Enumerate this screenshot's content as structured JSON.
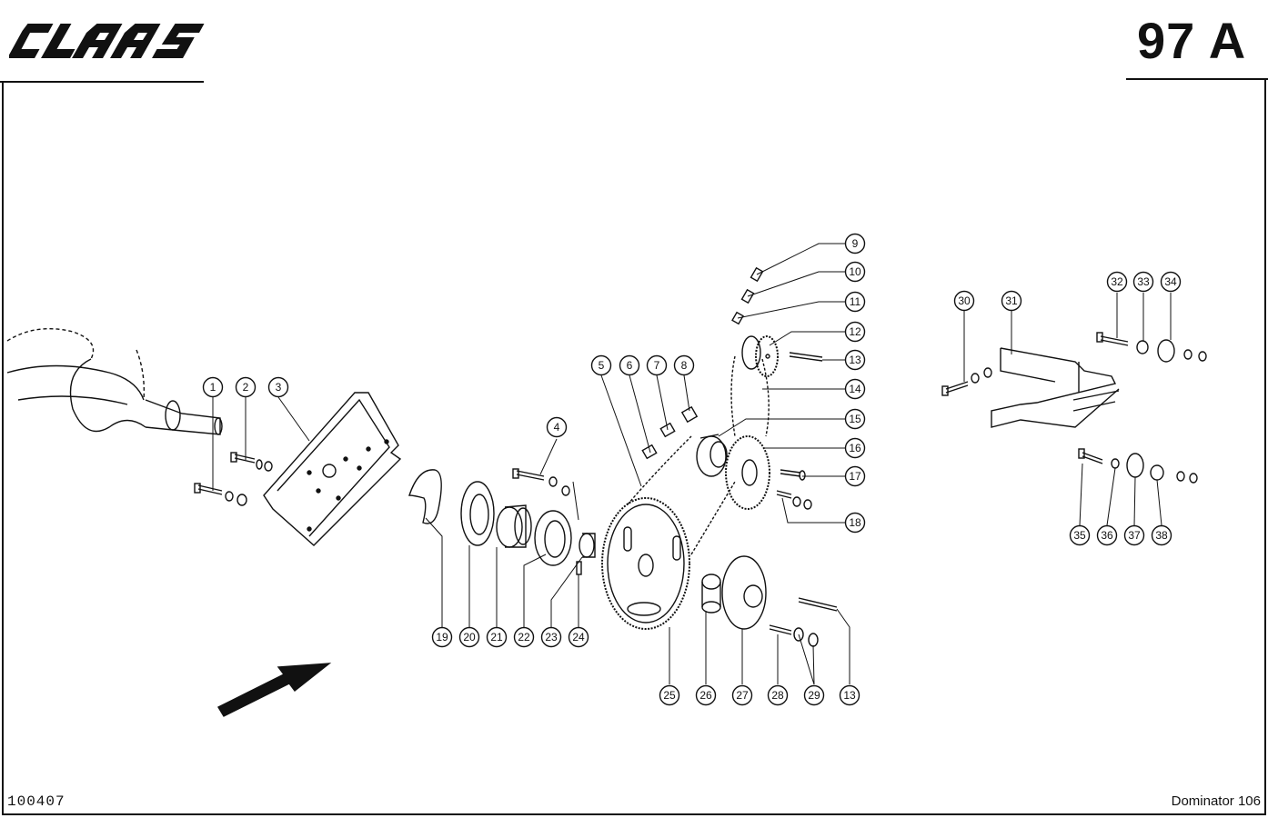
{
  "header": {
    "brand": "CLAAS",
    "page_number": "97 A"
  },
  "footer": {
    "drawing_number": "100407",
    "model": "Dominator 106"
  },
  "callouts": [
    {
      "label": "1"
    },
    {
      "label": "2"
    },
    {
      "label": "3"
    },
    {
      "label": "4"
    },
    {
      "label": "5"
    },
    {
      "label": "6"
    },
    {
      "label": "7"
    },
    {
      "label": "8"
    },
    {
      "label": "9"
    },
    {
      "label": "10"
    },
    {
      "label": "11"
    },
    {
      "label": "12"
    },
    {
      "label": "13"
    },
    {
      "label": "14"
    },
    {
      "label": "15"
    },
    {
      "label": "16"
    },
    {
      "label": "17"
    },
    {
      "label": "18"
    },
    {
      "label": "19"
    },
    {
      "label": "20"
    },
    {
      "label": "21"
    },
    {
      "label": "22"
    },
    {
      "label": "23"
    },
    {
      "label": "24"
    },
    {
      "label": "25"
    },
    {
      "label": "26"
    },
    {
      "label": "27"
    },
    {
      "label": "28"
    },
    {
      "label": "29"
    },
    {
      "label": "13"
    },
    {
      "label": "30"
    },
    {
      "label": "31"
    },
    {
      "label": "32"
    },
    {
      "label": "33"
    },
    {
      "label": "34"
    },
    {
      "label": "35"
    },
    {
      "label": "36"
    },
    {
      "label": "37"
    },
    {
      "label": "38"
    }
  ]
}
